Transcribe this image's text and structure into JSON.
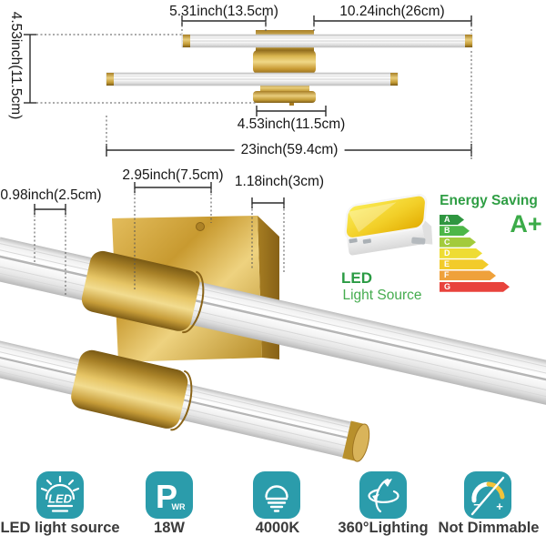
{
  "top_diagram": {
    "labels": {
      "bar_short": "5.31inch(13.5cm)",
      "bar_long": "10.24inch(26cm)",
      "height": "4.53inch(11.5cm)",
      "mount": "4.53inch(11.5cm)",
      "total": "23inch(59.4cm)"
    }
  },
  "detail_diagram": {
    "labels": {
      "tube_diameter": "0.98inch(2.5cm)",
      "plate_width": "2.95inch(7.5cm)",
      "plate_depth": "1.18inch(3cm)"
    }
  },
  "led_badge": {
    "title": "LED",
    "subtitle": "Light Source"
  },
  "energy_label": {
    "title": "Energy Saving",
    "rating": "A+",
    "grades": [
      {
        "letter": "A",
        "color": "#2f9640",
        "width": 27
      },
      {
        "letter": "B",
        "color": "#4db748",
        "width": 33
      },
      {
        "letter": "C",
        "color": "#a3cb3c",
        "width": 40
      },
      {
        "letter": "D",
        "color": "#eedc33",
        "width": 47
      },
      {
        "letter": "E",
        "color": "#f2cb2a",
        "width": 54
      },
      {
        "letter": "F",
        "color": "#efa13b",
        "width": 62
      },
      {
        "letter": "G",
        "color": "#e8433c",
        "width": 77
      }
    ]
  },
  "features": [
    {
      "icon": "led-chip-icon",
      "label": "LED light source",
      "icon_text": "LED"
    },
    {
      "icon": "power-icon",
      "label": "18W",
      "icon_text": "P",
      "icon_sub": "WR"
    },
    {
      "icon": "bulb-icon",
      "label": "4000K"
    },
    {
      "icon": "rotate-360-icon",
      "label": "360°Lighting"
    },
    {
      "icon": "dimmer-icon",
      "label": "Not Dimmable",
      "icon_minus": "−",
      "icon_plus": "+"
    }
  ],
  "theme": {
    "teal": "#2b9cab",
    "gold": "#c89b35",
    "dim_line": "#2b2b2b",
    "text_dark": "#3b3b3b",
    "green": "#2f9e44"
  }
}
